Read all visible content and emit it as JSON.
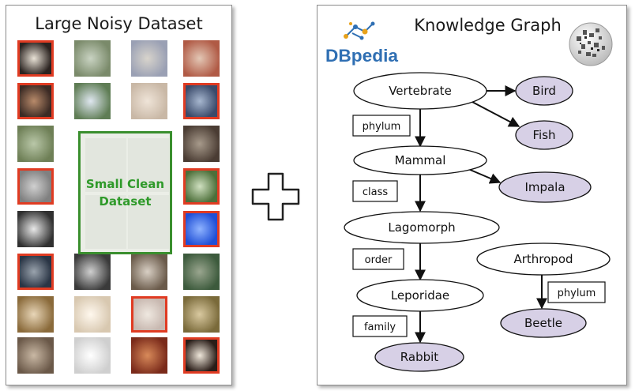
{
  "left_panel": {
    "title": "Large Noisy Dataset"
  },
  "clean_box": {
    "line1": "Small Clean",
    "line2": "Dataset"
  },
  "right_panel": {
    "title": "Knowledge Graph"
  },
  "logo": {
    "dbpedia_text": "DBpedia"
  },
  "colors": {
    "noisy_border": "#e03b22",
    "clean_border": "#3a8f2e",
    "clean_text": "#2f9a2a",
    "leaf_fill": "#d7d0e6",
    "node_fill": "#ffffff",
    "dbpedia_blue": "#2f6fb3"
  },
  "graph": {
    "nodes": [
      {
        "id": "vertebrate",
        "label": "Vertebrate",
        "kind": "class"
      },
      {
        "id": "bird",
        "label": "Bird",
        "kind": "leaf"
      },
      {
        "id": "fish",
        "label": "Fish",
        "kind": "leaf"
      },
      {
        "id": "mammal",
        "label": "Mammal",
        "kind": "class"
      },
      {
        "id": "impala",
        "label": "Impala",
        "kind": "leaf"
      },
      {
        "id": "lagomorph",
        "label": "Lagomorph",
        "kind": "class"
      },
      {
        "id": "leporidae",
        "label": "Leporidae",
        "kind": "class"
      },
      {
        "id": "rabbit",
        "label": "Rabbit",
        "kind": "leaf"
      },
      {
        "id": "arthropod",
        "label": "Arthropod",
        "kind": "class"
      },
      {
        "id": "beetle",
        "label": "Beetle",
        "kind": "leaf"
      }
    ],
    "edges": [
      {
        "from": "vertebrate",
        "to": "bird",
        "label": ""
      },
      {
        "from": "vertebrate",
        "to": "fish",
        "label": ""
      },
      {
        "from": "vertebrate",
        "to": "mammal",
        "label": "phylum"
      },
      {
        "from": "mammal",
        "to": "impala",
        "label": ""
      },
      {
        "from": "mammal",
        "to": "lagomorph",
        "label": "class"
      },
      {
        "from": "lagomorph",
        "to": "leporidae",
        "label": "order"
      },
      {
        "from": "leporidae",
        "to": "rabbit",
        "label": "family"
      },
      {
        "from": "arthropod",
        "to": "beetle",
        "label": "phylum"
      }
    ]
  }
}
